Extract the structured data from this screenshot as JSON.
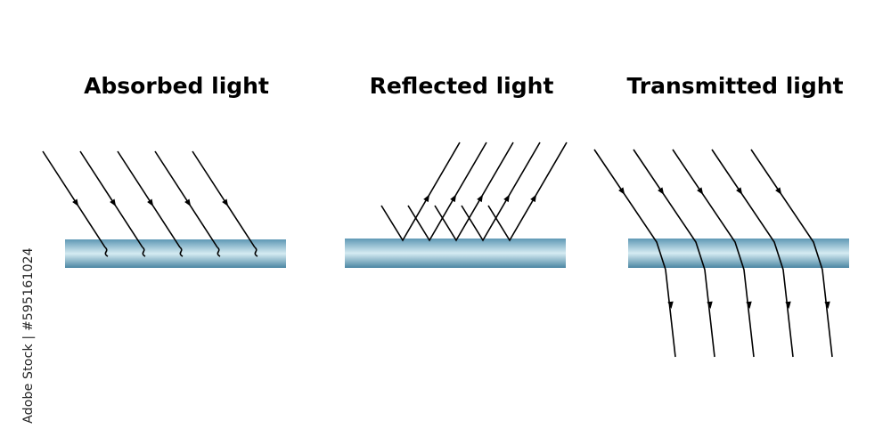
{
  "panels": {
    "absorbed": {
      "title": "Absorbed light"
    },
    "reflected": {
      "title": "Reflected light"
    },
    "transmitted": {
      "title": "Transmitted light"
    }
  },
  "side_text": "Adobe Stock | #595161024",
  "colors": {
    "surface_top": "#cfe6ee",
    "surface_mid": "#7fb1c6",
    "surface_dark": "#4b86a3",
    "ray": "#000000"
  }
}
